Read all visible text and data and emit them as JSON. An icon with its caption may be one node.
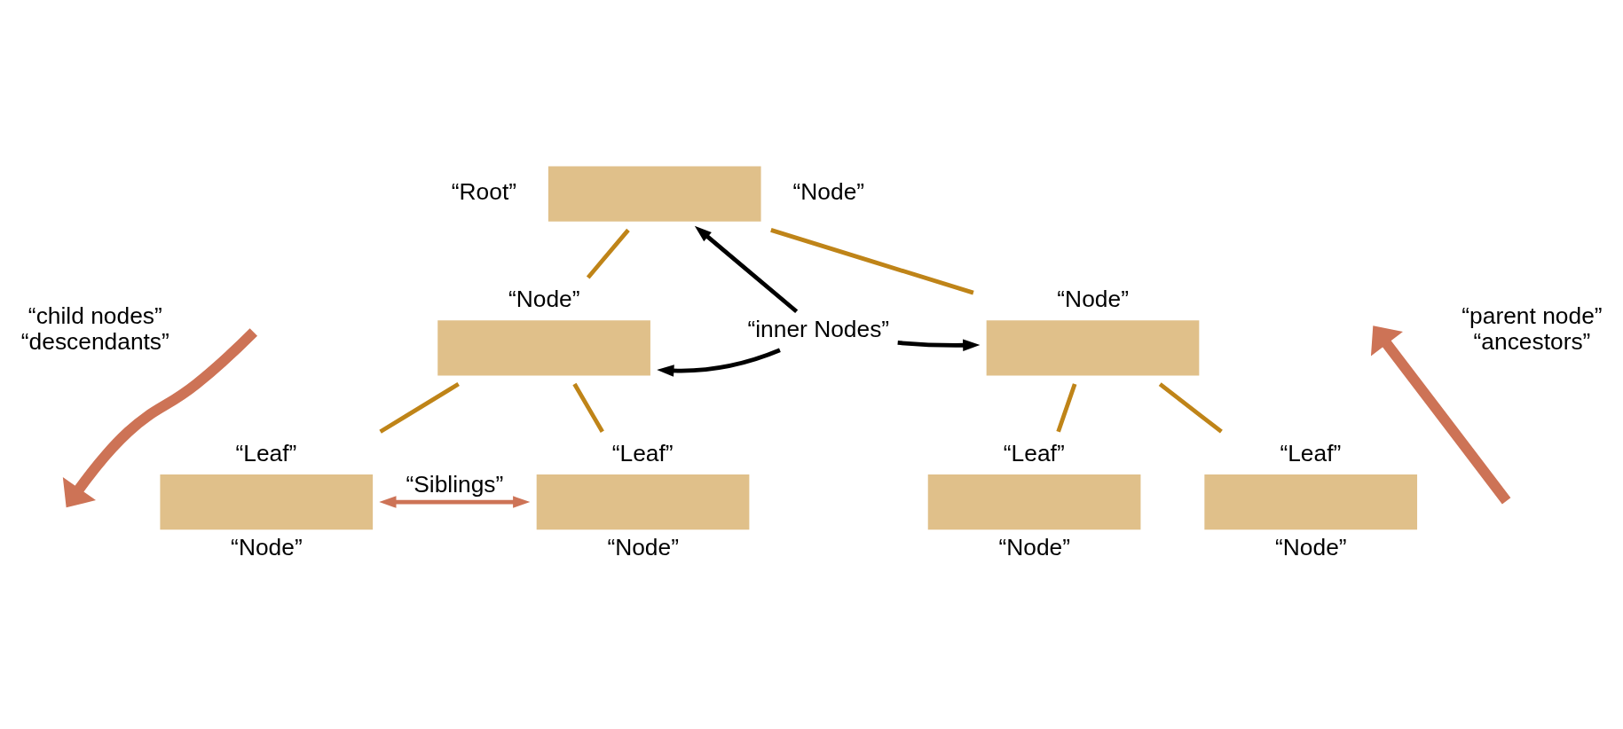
{
  "diagram": {
    "nodes": [
      {
        "text": [],
        "shape": "box",
        "beside": [
          "“Root”",
          "“Node”"
        ]
      },
      {
        "text": [],
        "shape": "box",
        "beside": [
          "“Node”"
        ]
      },
      {
        "text": [],
        "shape": "box",
        "beside": [
          "“Node”"
        ]
      },
      {
        "text": [],
        "shape": "box",
        "beside": [
          "“Leaf”",
          "“Node”"
        ]
      },
      {
        "text": [],
        "shape": "box",
        "beside": [
          "“Leaf”",
          "“Node”"
        ]
      },
      {
        "text": [],
        "shape": "box",
        "beside": [
          "“Leaf”",
          "“Node”"
        ]
      },
      {
        "text": [],
        "shape": "box",
        "beside": [
          "“Leaf”",
          "“Node”"
        ]
      },
      {
        "text": [
          "“inner Nodes”"
        ]
      }
    ],
    "edges": [
      {
        "from": 0,
        "to": 1,
        "arrow": "none"
      },
      {
        "from": 0,
        "to": 2,
        "arrow": "none"
      },
      {
        "from": 1,
        "to": 3,
        "arrow": "none"
      },
      {
        "from": 1,
        "to": 4,
        "arrow": "none"
      },
      {
        "from": 2,
        "to": 5,
        "arrow": "none"
      },
      {
        "from": 2,
        "to": 6,
        "arrow": "none"
      },
      {
        "from": 7,
        "to": 0,
        "arrow": "to",
        "color": "#000000"
      },
      {
        "from": 7,
        "to": 1,
        "arrow": "to",
        "color": "#000000"
      },
      {
        "from": 7,
        "to": 2,
        "arrow": "to",
        "color": "#000000"
      },
      {
        "from": 3,
        "to": 4,
        "arrow": "both",
        "label": "“Siblings”",
        "color": "#cd7356"
      }
    ],
    "labels": [
      "“child nodes”",
      "“descendants”",
      "“parent node”",
      "“ancestors”"
    ]
  }
}
